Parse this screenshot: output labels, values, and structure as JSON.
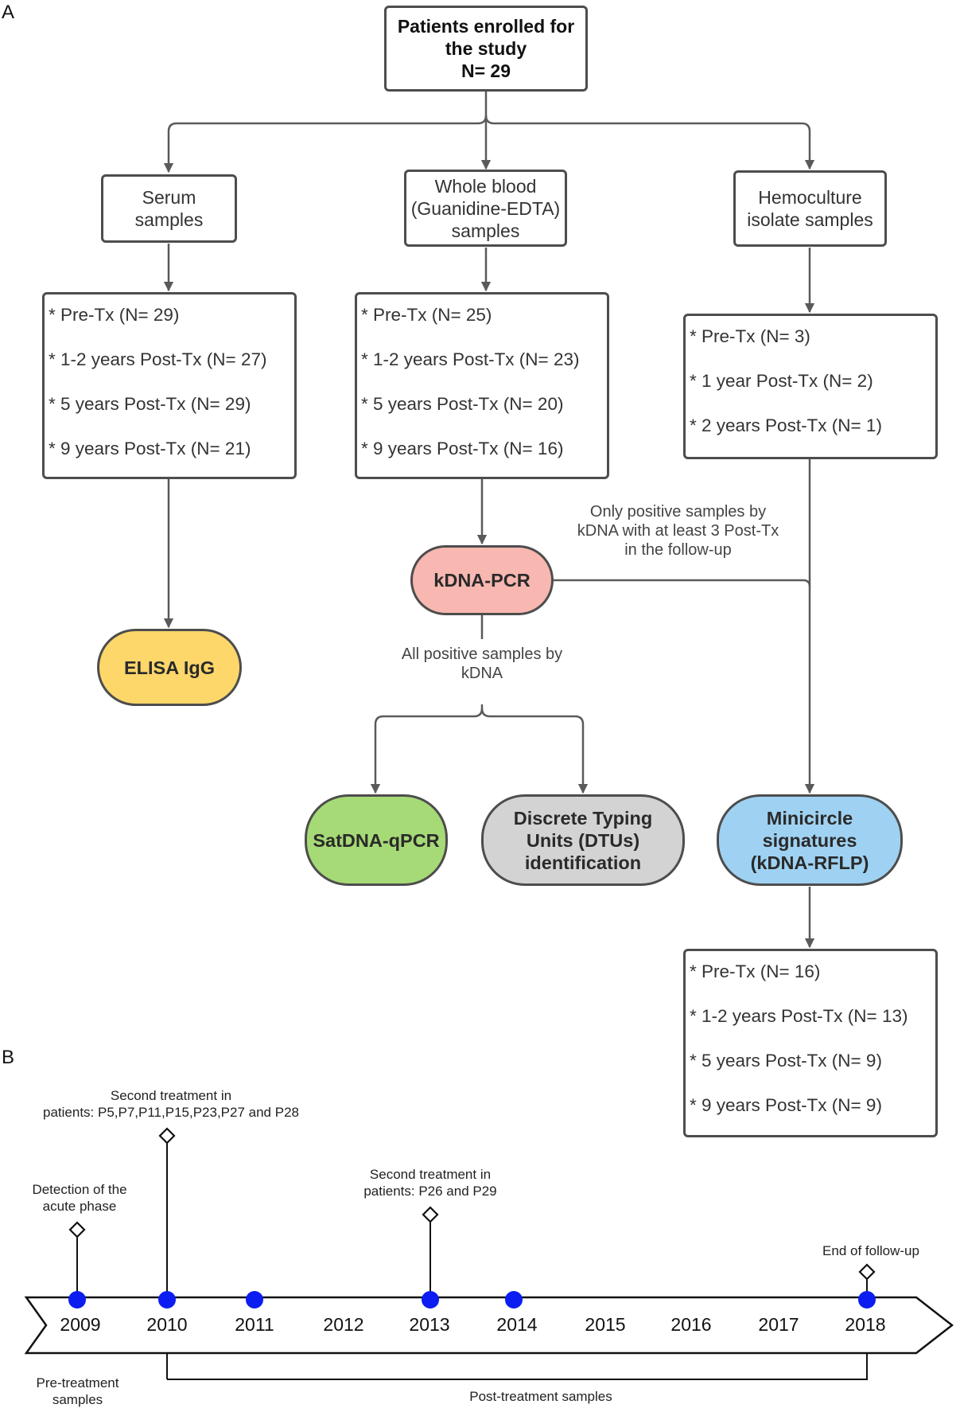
{
  "panels": {
    "a": "A",
    "b": "B"
  },
  "flowchart": {
    "root": [
      "Patients enrolled for",
      "the study",
      "N= 29"
    ],
    "sample_types": {
      "serum": [
        "Serum",
        "samples"
      ],
      "whole_blood": [
        "Whole blood",
        "(Guanidine-EDTA)",
        "samples"
      ],
      "hemoculture": [
        "Hemoculture",
        "isolate samples"
      ]
    },
    "serum_counts": [
      "* Pre-Tx (N= 29)",
      "* 1-2 years Post-Tx (N= 27)",
      "* 5 years Post-Tx (N= 29)",
      "* 9 years Post-Tx (N= 21)"
    ],
    "blood_counts": [
      "* Pre-Tx (N= 25)",
      "* 1-2 years Post-Tx (N= 23)",
      "* 5 years Post-Tx (N= 20)",
      "* 9 years Post-Tx (N= 16)"
    ],
    "hemoculture_counts": [
      "* Pre-Tx (N= 3)",
      "* 1 year Post-Tx (N= 2)",
      "* 2 years Post-Tx (N= 1)"
    ],
    "methods": {
      "elisa": "ELISA IgG",
      "kdna_pcr": "kDNA-PCR",
      "satdna": "SatDNA-qPCR",
      "dtu": [
        "Discrete Typing",
        "Units (DTUs)",
        "identification"
      ],
      "minicircle": [
        "Minicircle",
        "signatures",
        "(kDNA-RFLP)"
      ]
    },
    "edge_labels": {
      "only_positive": [
        "Only positive samples by",
        "kDNA with at least 3 Post-Tx",
        "in the follow-up"
      ],
      "all_positive": [
        "All positive samples by",
        "kDNA"
      ]
    },
    "rflp_counts": [
      "* Pre-Tx (N= 16)",
      "* 1-2 years Post-Tx (N= 13)",
      "* 5 years Post-Tx (N= 9)",
      "* 9 years Post-Tx (N= 9)"
    ],
    "colors": {
      "elisa": "#fdd76a",
      "kdna_pcr": "#f8b7b0",
      "satdna": "#a6da76",
      "dtu": "#d3d3d3",
      "minicircle": "#9fd2f2",
      "line": "#5a5a5a"
    }
  },
  "timeline": {
    "years": [
      "2009",
      "2010",
      "2011",
      "2012",
      "2013",
      "2014",
      "2015",
      "2016",
      "2017",
      "2018"
    ],
    "sample_years": [
      "2009",
      "2010",
      "2011",
      "2013",
      "2014",
      "2018"
    ],
    "events": {
      "acute": [
        "Detection of the",
        "acute phase"
      ],
      "second_1": [
        "Second treatment in",
        "patients: P5,P7,P11,P15,P23,P27 and P28"
      ],
      "second_2": [
        "Second treatment in",
        "patients: P26 and P29"
      ],
      "end": "End of follow-up"
    },
    "pre_label": [
      "Pre-treatment",
      "samples"
    ],
    "post_label": "Post-treatment samples",
    "marker_color": "#0b1df0"
  }
}
